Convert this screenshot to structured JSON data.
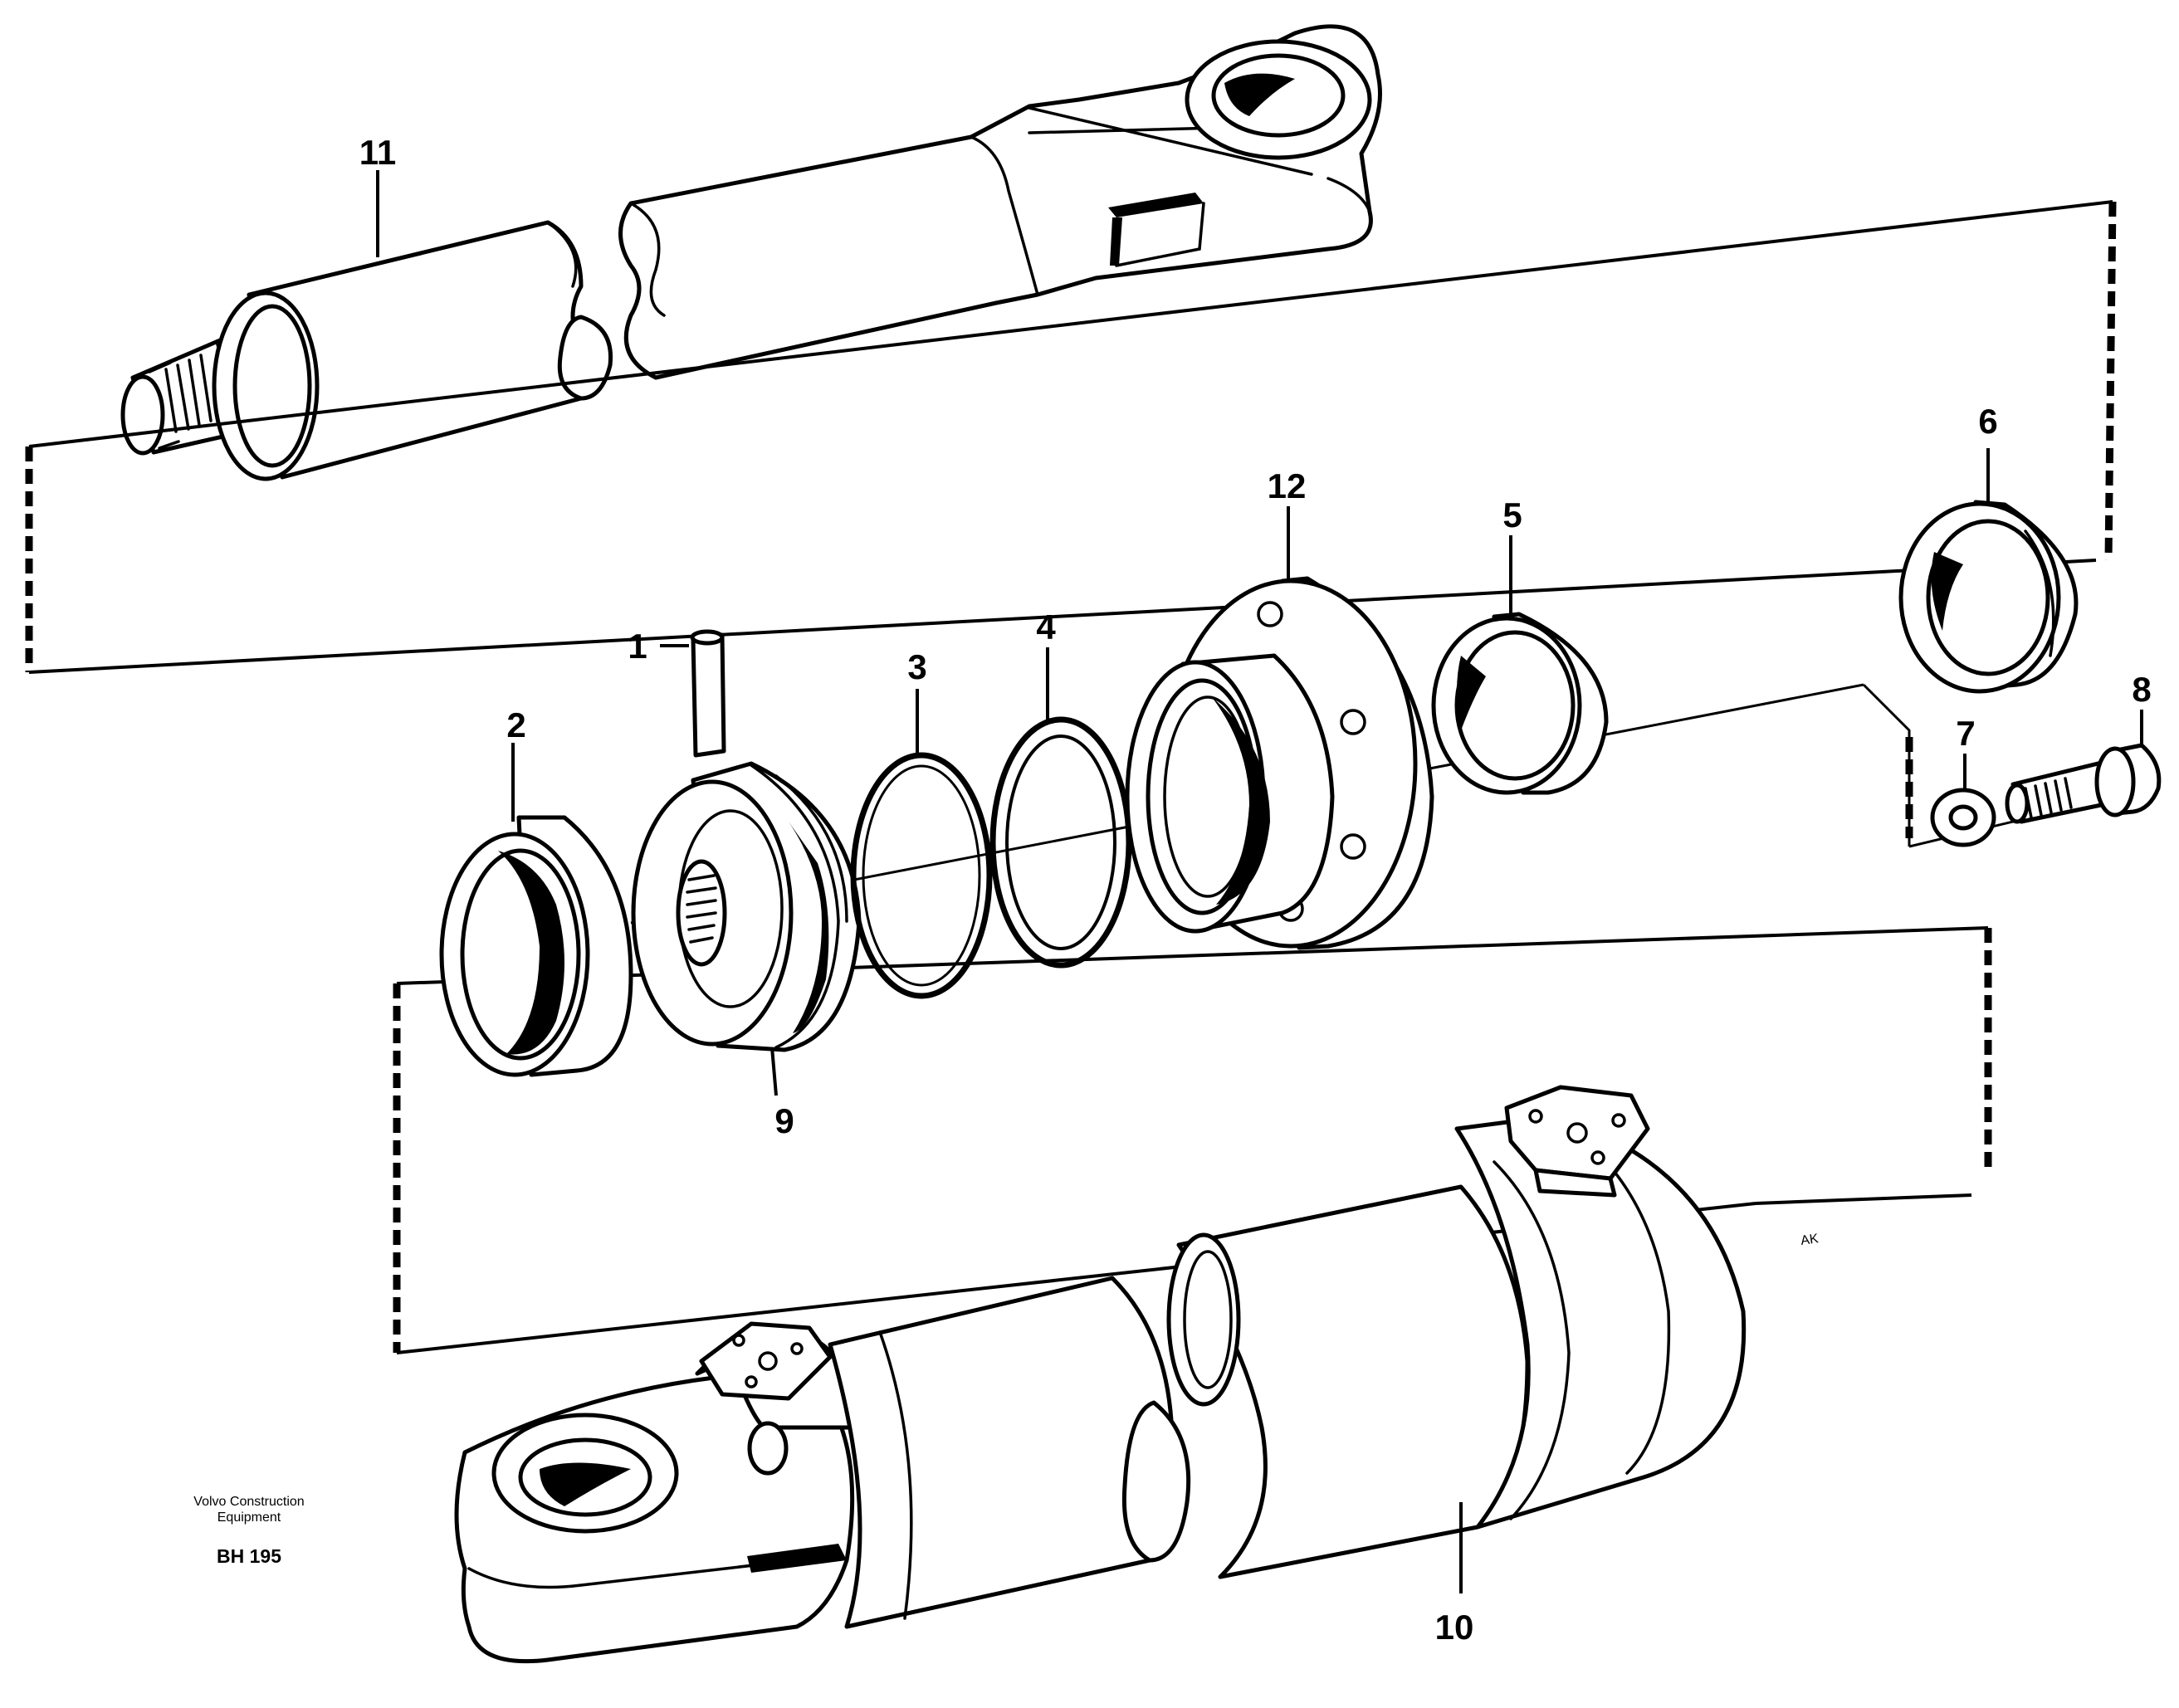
{
  "figure": {
    "brand_line1": "Volvo Construction",
    "brand_line2": "Equipment",
    "code": "BH 195",
    "imprint": "AK"
  },
  "callouts": {
    "part_1": "1",
    "part_2": "2",
    "part_3": "3",
    "part_4": "4",
    "part_5": "5",
    "part_6": "6",
    "part_7": "7",
    "part_8": "8",
    "part_9": "9",
    "part_10": "10",
    "part_11": "11",
    "part_12": "12"
  },
  "colors": {
    "ink": "#000000",
    "paper": "#ffffff"
  }
}
